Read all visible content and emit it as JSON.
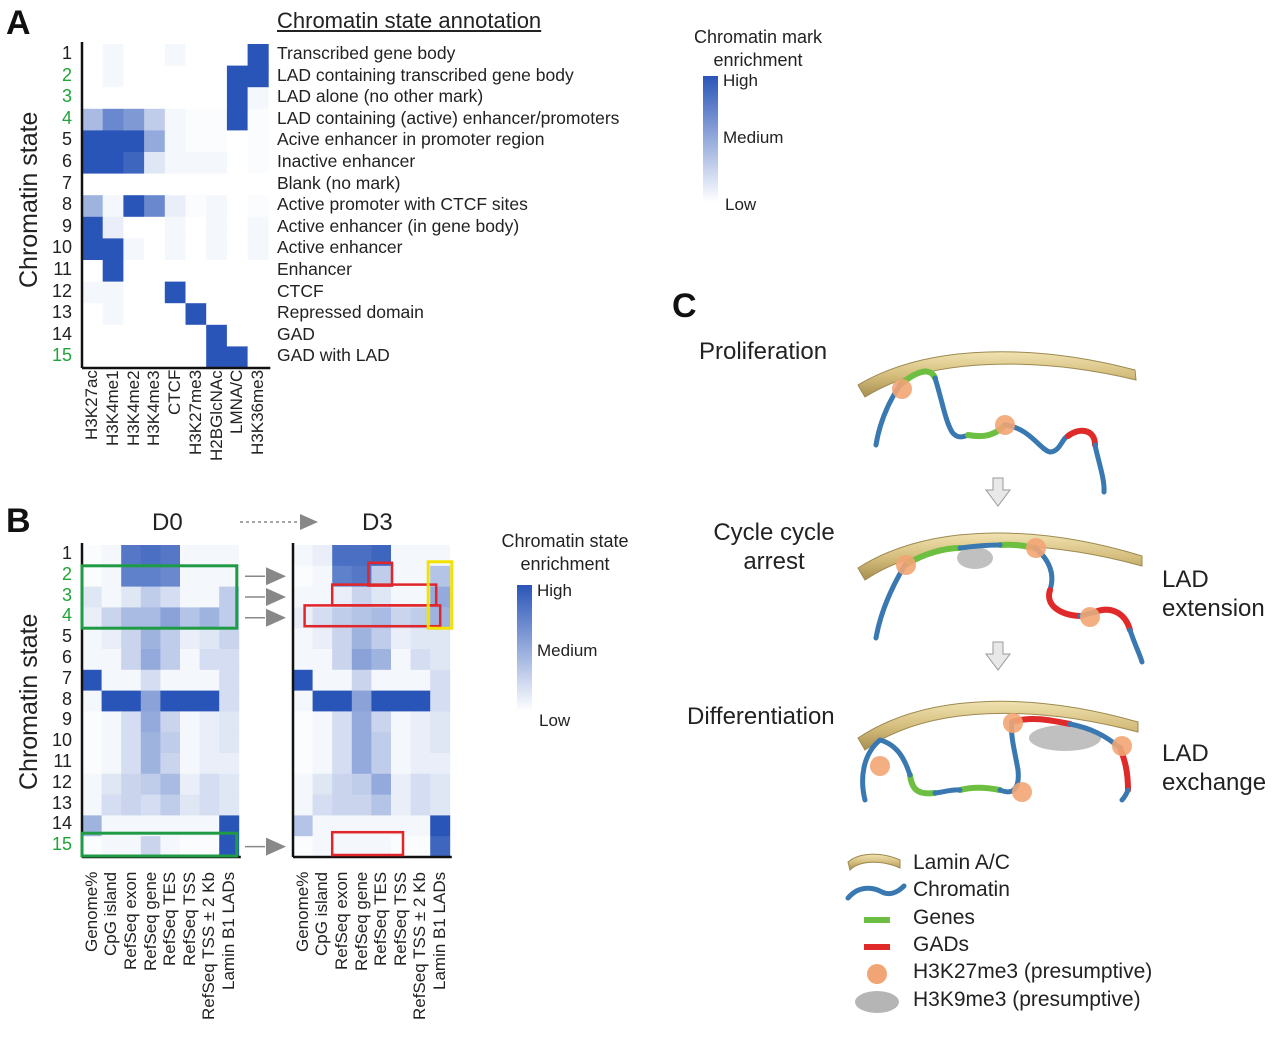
{
  "panels": {
    "a": {
      "letter": "A",
      "y_axis_title": "Chromatin state",
      "annotation_title": "Chromatin state annotation",
      "row_numbers": [
        "1",
        "2",
        "3",
        "4",
        "5",
        "6",
        "7",
        "8",
        "9",
        "10",
        "11",
        "12",
        "13",
        "14",
        "15"
      ],
      "green_rows": [
        2,
        3,
        4,
        15
      ],
      "annotations": [
        "Transcribed gene body",
        "LAD containing transcribed gene body",
        "LAD alone (no other mark)",
        "LAD containing (active) enhancer/promoters",
        "Acive enhancer in promoter region",
        "Inactive enhancer",
        "Blank (no mark)",
        "Active promoter with CTCF sites",
        "Active enhancer (in gene body)",
        "Active enhancer",
        "Enhancer",
        "CTCF",
        "Repressed domain",
        "GAD",
        "GAD with LAD"
      ],
      "columns": [
        "H3K27ac",
        "H3K4me1",
        "H3K4me2",
        "H3K4me3",
        "CTCF",
        "H3K27me3",
        "H2BGlcNAc",
        "LMNA/C",
        "H3K36me3"
      ],
      "legend": {
        "title_line1": "Chromatin mark",
        "title_line2": "enrichment",
        "high": "High",
        "medium": "Medium",
        "low": "Low"
      },
      "matrix": [
        [
          0,
          0.05,
          0,
          0,
          0.05,
          0,
          0,
          0,
          1
        ],
        [
          0,
          0.05,
          0,
          0,
          0,
          0,
          0,
          1,
          1
        ],
        [
          0,
          0,
          0,
          0,
          0,
          0,
          0,
          1,
          0.05
        ],
        [
          0.4,
          0.7,
          0.6,
          0.3,
          0.05,
          0.02,
          0.02,
          1,
          0.02
        ],
        [
          1,
          1,
          1,
          0.5,
          0.05,
          0.02,
          0.02,
          0,
          0.02
        ],
        [
          1,
          1,
          0.9,
          0.15,
          0.05,
          0.05,
          0.05,
          0,
          0.02
        ],
        [
          0,
          0,
          0,
          0,
          0,
          0,
          0,
          0,
          0
        ],
        [
          0.45,
          0.05,
          1,
          0.7,
          0.1,
          0.02,
          0.05,
          0,
          0.02
        ],
        [
          1,
          0.1,
          0,
          0,
          0.05,
          0,
          0.05,
          0,
          0.05
        ],
        [
          1,
          1,
          0.05,
          0,
          0.05,
          0,
          0.05,
          0,
          0.05
        ],
        [
          0,
          1,
          0,
          0,
          0,
          0,
          0,
          0,
          0
        ],
        [
          0.05,
          0.05,
          0,
          0,
          1,
          0,
          0,
          0,
          0
        ],
        [
          0,
          0.05,
          0,
          0,
          0,
          1,
          0,
          0,
          0
        ],
        [
          0,
          0,
          0,
          0,
          0,
          0,
          1,
          0,
          0
        ],
        [
          0,
          0,
          0,
          0,
          0,
          0,
          1,
          1,
          0
        ]
      ]
    },
    "b": {
      "letter": "B",
      "y_axis_title": "Chromatin state",
      "left_title": "D0",
      "right_title": "D3",
      "row_numbers": [
        "1",
        "2",
        "3",
        "4",
        "5",
        "6",
        "7",
        "8",
        "9",
        "10",
        "11",
        "12",
        "13",
        "14",
        "15"
      ],
      "green_rows": [
        2,
        3,
        4,
        15
      ],
      "columns": [
        "Genome%",
        "CpG island",
        "RefSeq exon",
        "RefSeq gene",
        "RefSeq TES",
        "RefSeq TSS",
        "RefSeq TSS ± 2 Kb",
        "Lamin B1 LADs"
      ],
      "legend": {
        "title_line1": "Chromatin state",
        "title_line2": "enrichment",
        "high": "High",
        "medium": "Medium",
        "low": "Low"
      },
      "matrix_d0": [
        [
          0.02,
          0.05,
          0.8,
          0.85,
          0.8,
          0.05,
          0.05,
          0.05
        ],
        [
          0.02,
          0.05,
          0.75,
          0.75,
          0.7,
          0.05,
          0.05,
          0.05
        ],
        [
          0.15,
          0.05,
          0.15,
          0.3,
          0.2,
          0.05,
          0.05,
          0.3
        ],
        [
          0.1,
          0.25,
          0.4,
          0.4,
          0.55,
          0.35,
          0.45,
          0.3
        ],
        [
          0.05,
          0.1,
          0.25,
          0.45,
          0.3,
          0.1,
          0.15,
          0.25
        ],
        [
          0.05,
          0.05,
          0.25,
          0.5,
          0.3,
          0.05,
          0.2,
          0.2
        ],
        [
          1,
          0.05,
          0.05,
          0.2,
          0.05,
          0.05,
          0.05,
          0.2
        ],
        [
          0.05,
          1,
          1,
          0.55,
          1,
          1,
          1,
          0.2
        ],
        [
          0.02,
          0.05,
          0.2,
          0.5,
          0.25,
          0.05,
          0.1,
          0.15
        ],
        [
          0.02,
          0.05,
          0.2,
          0.45,
          0.3,
          0.05,
          0.1,
          0.15
        ],
        [
          0.02,
          0.05,
          0.2,
          0.45,
          0.25,
          0.05,
          0.1,
          0.1
        ],
        [
          0.05,
          0.15,
          0.25,
          0.3,
          0.4,
          0.1,
          0.2,
          0.15
        ],
        [
          0.05,
          0.2,
          0.25,
          0.2,
          0.3,
          0.15,
          0.2,
          0.15
        ],
        [
          0.45,
          0.05,
          0.05,
          0.05,
          0.05,
          0.05,
          0.05,
          1
        ],
        [
          0.02,
          0.05,
          0.05,
          0.25,
          0.05,
          0.02,
          0.02,
          1
        ]
      ],
      "matrix_d3": [
        [
          0.05,
          0.1,
          0.85,
          0.85,
          0.9,
          0.05,
          0.05,
          0.05
        ],
        [
          0.02,
          0.05,
          0.75,
          0.8,
          0.3,
          0.05,
          0.05,
          0.35
        ],
        [
          0.05,
          0.05,
          0.1,
          0.25,
          0.15,
          0.05,
          0.05,
          0.5
        ],
        [
          0.1,
          0.2,
          0.3,
          0.35,
          0.4,
          0.25,
          0.3,
          0.45
        ],
        [
          0.05,
          0.1,
          0.25,
          0.45,
          0.3,
          0.1,
          0.15,
          0.15
        ],
        [
          0.05,
          0.05,
          0.25,
          0.55,
          0.45,
          0.05,
          0.2,
          0.15
        ],
        [
          1,
          0.05,
          0.05,
          0.25,
          0.05,
          0.05,
          0.05,
          0.2
        ],
        [
          0.05,
          1,
          1,
          0.55,
          1,
          1,
          1,
          0.2
        ],
        [
          0.02,
          0.05,
          0.2,
          0.5,
          0.25,
          0.05,
          0.1,
          0.15
        ],
        [
          0.02,
          0.05,
          0.2,
          0.5,
          0.3,
          0.05,
          0.1,
          0.15
        ],
        [
          0.02,
          0.05,
          0.2,
          0.5,
          0.3,
          0.05,
          0.1,
          0.1
        ],
        [
          0.05,
          0.15,
          0.25,
          0.3,
          0.5,
          0.1,
          0.2,
          0.15
        ],
        [
          0.05,
          0.2,
          0.25,
          0.25,
          0.35,
          0.1,
          0.2,
          0.15
        ],
        [
          0.35,
          0.05,
          0.05,
          0.05,
          0.05,
          0.05,
          0.05,
          1
        ],
        [
          0.02,
          0.05,
          0.05,
          0.05,
          0.05,
          0.02,
          0.02,
          0.9
        ]
      ]
    },
    "c": {
      "letter": "C",
      "stage1": "Proliferation",
      "stage2_line1": "Cycle cycle",
      "stage2_line2": "arrest",
      "stage3": "Differentiation",
      "lad_extension_line1": "LAD",
      "lad_extension_line2": "extension",
      "lad_exchange_line1": "LAD",
      "lad_exchange_line2": "exchange",
      "key": [
        "Lamin A/C",
        "Chromatin",
        "Genes",
        "GADs",
        "H3K27me3 (presumptive)",
        "H3K9me3 (presumptive)"
      ]
    }
  },
  "colors": {
    "heat_high": "#2a55b8",
    "green_highlight": "#1f9a45",
    "red_highlight": "#e0262a",
    "yellow_highlight": "#f2e200",
    "lamin": "#d8c48a",
    "chromatin": "#3978b0",
    "genes": "#6cbf40",
    "gads": "#e02a2a",
    "h3k27me3": "#f2a574",
    "h3k9me3": "#b5b5b5"
  }
}
